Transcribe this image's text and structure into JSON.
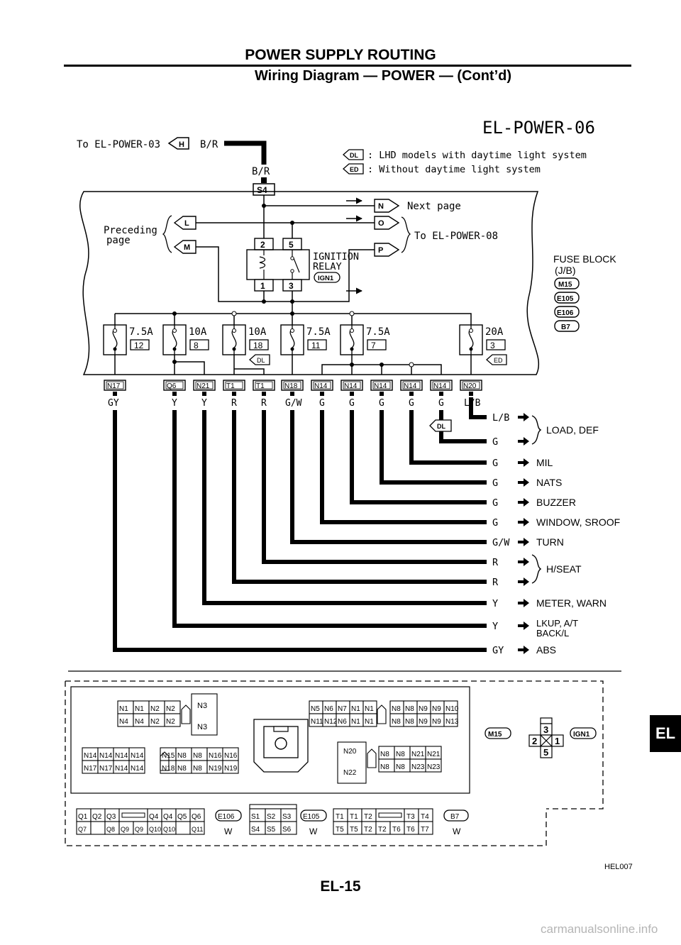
{
  "header": {
    "section_title": "POWER SUPPLY ROUTING",
    "subtitle": "Wiring Diagram — POWER — (Cont’d)"
  },
  "diagram": {
    "code": "EL-POWER-06",
    "from_ref": "To EL-POWER-03",
    "from_connector": "H",
    "from_color": "B/R",
    "riser_color": "B/R",
    "riser_connector": "S4",
    "legend": [
      {
        "badge": "DL",
        "text": ": LHD models with daytime light system"
      },
      {
        "badge": "ED",
        "text": ": Without daytime light system"
      }
    ],
    "next_page": {
      "connector": "N",
      "label": "Next page"
    },
    "preceding_page": {
      "label1": "Preceding",
      "label2": "page",
      "connectors": [
        "L",
        "M"
      ]
    },
    "to_power_08": {
      "connectors": [
        "O",
        "P"
      ],
      "label": "To EL-POWER-08"
    },
    "relay": {
      "pins_top": [
        "2",
        "5"
      ],
      "pins_bottom": [
        "1",
        "3"
      ],
      "label1": "IGNITION",
      "label2": "RELAY",
      "ref": "IGN1"
    },
    "fuse_block": {
      "title": "FUSE BLOCK",
      "sub": "(J/B)",
      "connectors": [
        "M15",
        "E105",
        "E106",
        "B7"
      ]
    },
    "fuses": [
      {
        "amp": "7.5A",
        "num": "12"
      },
      {
        "amp": "10A",
        "num": "8"
      },
      {
        "amp": "10A",
        "num": "18",
        "badge": "DL"
      },
      {
        "amp": "7.5A",
        "num": "11"
      },
      {
        "amp": "7.5A",
        "num": "7"
      },
      {
        "amp": "20A",
        "num": "3",
        "badge": "ED"
      }
    ],
    "connectors_row": [
      "N17",
      "Q6",
      "N21",
      "T1",
      "T1",
      "N18",
      "N14",
      "N14",
      "N14",
      "N14",
      "N14",
      "N20"
    ],
    "wire_colors": [
      "GY",
      "Y",
      "Y",
      "R",
      "R",
      "G/W",
      "G",
      "G",
      "G",
      "G",
      "G",
      "L/B"
    ],
    "outputs": [
      {
        "color": "L/B",
        "dest": ""
      },
      {
        "color": "G",
        "dest": ""
      },
      {
        "color": "G",
        "dest": "MIL"
      },
      {
        "color": "G",
        "dest": "NATS"
      },
      {
        "color": "G",
        "dest": "BUZZER"
      },
      {
        "color": "G",
        "dest": "WINDOW, SROOF"
      },
      {
        "color": "G/W",
        "dest": "TURN"
      },
      {
        "color": "R",
        "dest": ""
      },
      {
        "color": "R",
        "dest": ""
      },
      {
        "color": "Y",
        "dest": "METER, WARN"
      },
      {
        "color": "Y",
        "dest": ""
      },
      {
        "color": "GY",
        "dest": "ABS"
      }
    ],
    "group_labels": {
      "load_def": "LOAD, DEF",
      "h_seat": "H/SEAT",
      "lkup1": "LKUP, A/T",
      "lkup2": "BACK/L"
    },
    "output_badge": "DL"
  },
  "connector_views": {
    "block1_top": [
      "N1",
      "N1",
      "N2",
      "N2"
    ],
    "block1_bot": [
      "N4",
      "N4",
      "N2",
      "N2"
    ],
    "block1_side": [
      "N3",
      "N3"
    ],
    "block2_top": [
      "N14",
      "N14",
      "N14",
      "N14",
      "",
      "N15",
      "N8",
      "N8",
      "N16",
      "N16"
    ],
    "block2_bot": [
      "N17",
      "N17",
      "N14",
      "N14",
      "",
      "N18",
      "N8",
      "N8",
      "N19",
      "N19"
    ],
    "block3_top": [
      "N5",
      "N6",
      "N7",
      "N1",
      "N1",
      "",
      "N8",
      "N8",
      "N9",
      "N9",
      "N10"
    ],
    "block3_bot": [
      "N11",
      "N12",
      "N6",
      "N1",
      "N1",
      "",
      "N8",
      "N8",
      "N9",
      "N9",
      "N13"
    ],
    "block4_side": [
      "N20",
      "N22"
    ],
    "block4_top": [
      "N8",
      "N8",
      "N21",
      "N21"
    ],
    "block4_bot": [
      "N8",
      "N8",
      "N23",
      "N23"
    ],
    "m15": "M15",
    "ign1": "IGN1",
    "relay_pins": [
      "3",
      "2",
      "1",
      "5"
    ],
    "q_top": [
      "Q1",
      "Q2",
      "Q3",
      "",
      "Q4",
      "Q4",
      "Q5",
      "Q6"
    ],
    "q_bot": [
      "Q7",
      "",
      "Q8",
      "Q9",
      "Q9",
      "Q10",
      "Q10",
      "",
      "Q11"
    ],
    "e106": "E106",
    "e106_color": "W",
    "s_top": [
      "S1",
      "S2",
      "S3"
    ],
    "s_bot": [
      "S4",
      "S5",
      "S6"
    ],
    "e105": "E105",
    "e105_color": "W",
    "t_top": [
      "T1",
      "T1",
      "T2",
      "",
      "T3",
      "T4"
    ],
    "t_bot": [
      "T5",
      "T5",
      "T2",
      "T2",
      "T6",
      "T6",
      "T7"
    ],
    "b7": "B7",
    "b7_color": "W"
  },
  "footer": {
    "figure_id": "HEL007",
    "page": "EL-15",
    "section_tab": "EL",
    "watermark": "carmanualsonline.info"
  }
}
